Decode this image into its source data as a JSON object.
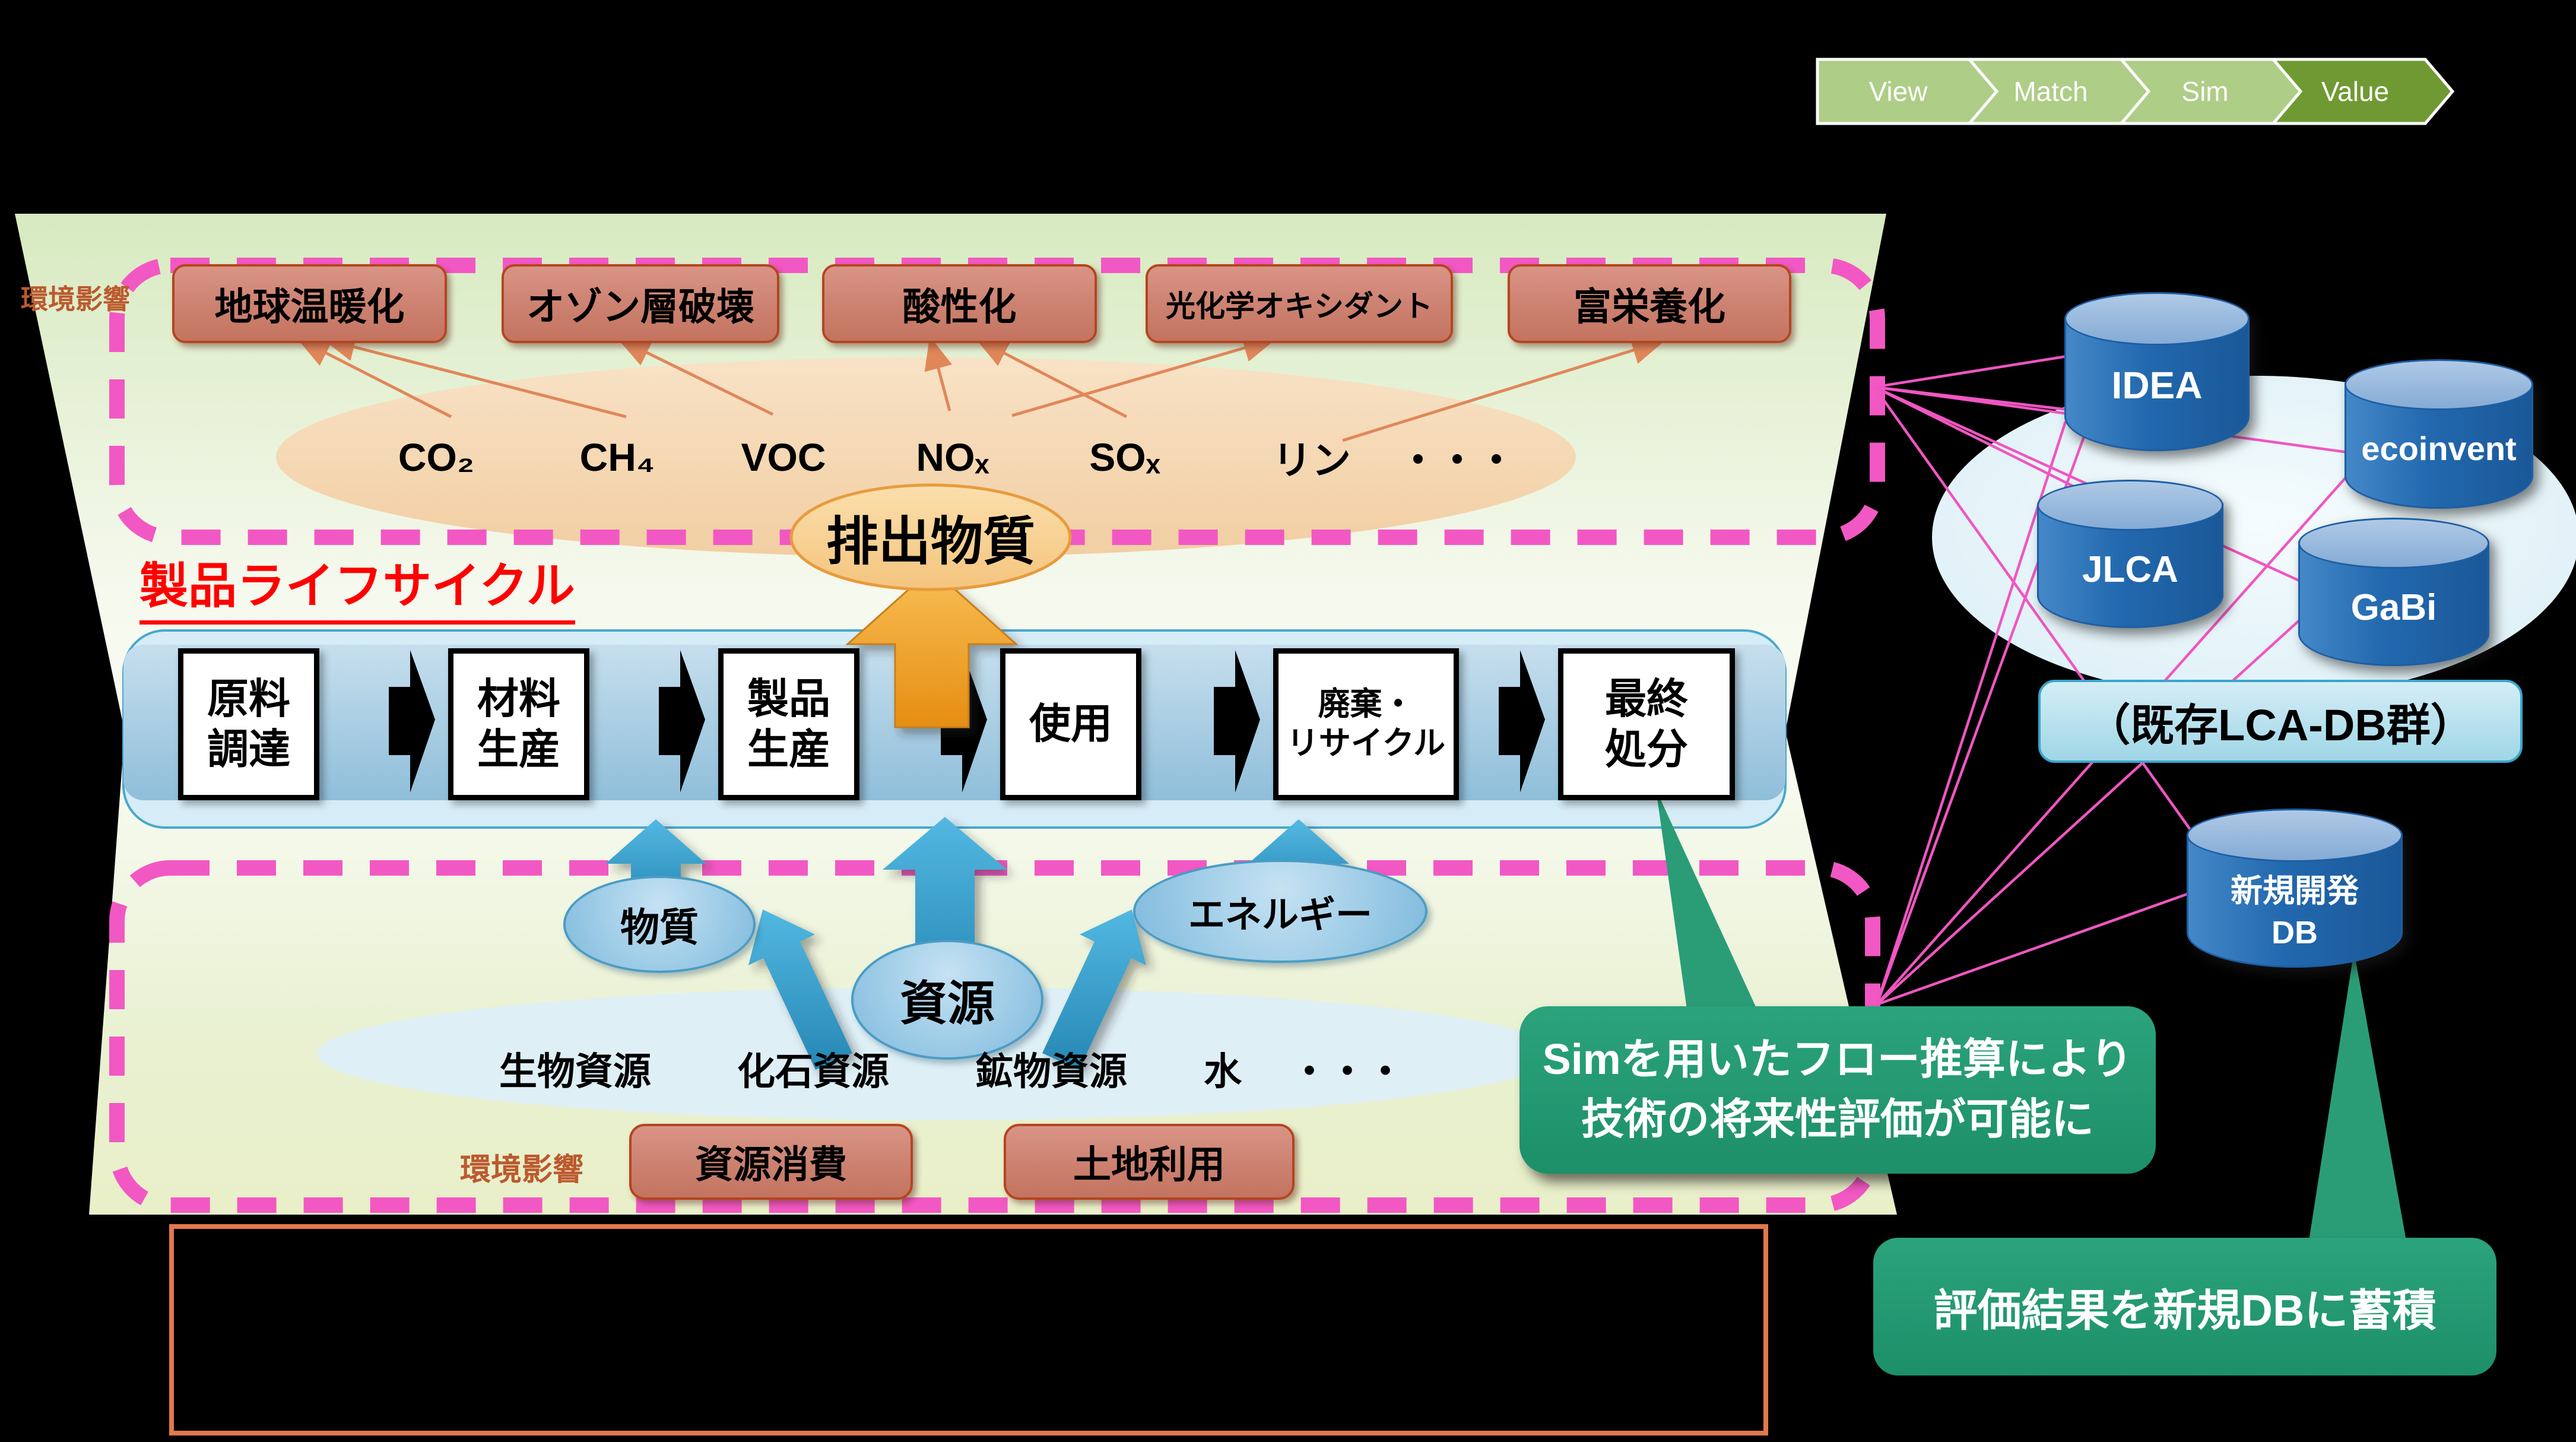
{
  "workflow": {
    "steps": [
      "View",
      "Match",
      "Sim",
      "Value"
    ]
  },
  "top_section": {
    "side_label": "環境影響",
    "impact_boxes": [
      "地球温暖化",
      "オゾン層破壊",
      "酸性化",
      "光化学オキシダント",
      "富栄養化"
    ],
    "substances": [
      "CO₂",
      "CH₄",
      "VOC",
      "NOₓ",
      "SOₓ",
      "リン",
      "・・・"
    ],
    "emission_badge": "排出物質"
  },
  "lifecycle": {
    "title": "製品ライフサイクル",
    "stages": [
      "原料\n調達",
      "材料\n生産",
      "製品\n生産",
      "使用",
      "廃棄・\nリサイクル",
      "最終\n処分"
    ]
  },
  "bottom_section": {
    "side_label": "環境影響",
    "input_bubbles": [
      "物質",
      "資源",
      "エネルギー"
    ],
    "resource_items": [
      "生物資源",
      "化石資源",
      "鉱物資源",
      "水",
      "・・・"
    ],
    "impact_boxes": [
      "資源消費",
      "土地利用"
    ]
  },
  "databases": {
    "existing": [
      "IDEA",
      "ecoinvent",
      "JLCA",
      "GaBi"
    ],
    "group_label": "（既存LCA-DB群）",
    "new_db": "新規開発\nDB"
  },
  "callouts": {
    "sim_note": "Simを用いたフロー推算により\n技術の将来性評価が可能に",
    "store_note": "評価結果を新規DBに蓄積"
  },
  "colors": {
    "accent_pink": "#F258C3",
    "panel_green_edge": "#D7EAC0",
    "panel_green_light": "#F7FAEF",
    "impact_box_fill": "#CC8170",
    "impact_box_border": "#B5451F",
    "lifecycle_band": "#CFE9F4",
    "band_border": "#49A8CC",
    "blue_arrow": "#35A3D0",
    "orange_arrow": "#F0A230",
    "callout_green": "#229B74",
    "cylinder_blue": "#2268AE",
    "chevron_green": "#AECD87",
    "chevron_active_green": "#6F9A33",
    "side_label_color": "#BC5A2E",
    "title_red": "#FF0000"
  }
}
